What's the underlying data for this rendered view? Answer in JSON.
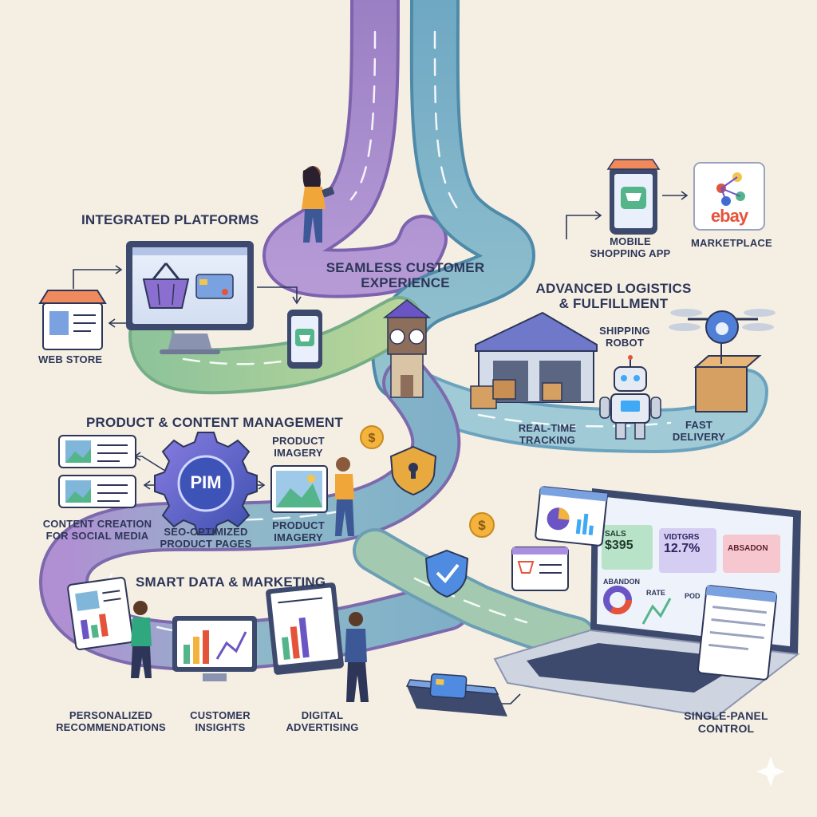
{
  "sections": {
    "integrated_platforms": "INTEGRATED PLATFORMS",
    "seamless": [
      "SEAMLESS CUSTOMER",
      "EXPERIENCE"
    ],
    "logistics": [
      "ADVANCED LOGISTICS",
      "& FULFILLMENT"
    ],
    "product_content": "PRODUCT & CONTENT MANAGEMENT",
    "smart_data": "SMART DATA & MARKETING"
  },
  "nodes": {
    "web_store": "WEB STORE",
    "mobile_app": [
      "MOBILE",
      "SHOPPING APP"
    ],
    "marketplace": "MARKETPLACE",
    "ebay_logo": "ebay",
    "shipping_robot": [
      "SHIPPING",
      "ROBOT"
    ],
    "realtime": [
      "REAL-TIME",
      "TRACKING"
    ],
    "fast_delivery": [
      "FAST",
      "DELIVERY"
    ],
    "pim": "PIM",
    "product_imagery_top": [
      "PRODUCT",
      "IMAGERY"
    ],
    "product_imagery_bottom": [
      "PRODUCT",
      "IMAGERY"
    ],
    "content_creation": [
      "CONTENT CREATION",
      "FOR SOCIAL MEDIA"
    ],
    "seo_pages": [
      "SEO-OPTIMIZED",
      "PRODUCT PAGES"
    ],
    "personalized": [
      "PERSONALIZED",
      "RECOMMENDATIONS"
    ],
    "customer_insights": [
      "CUSTOMER",
      "INSIGHTS"
    ],
    "digital_ads": [
      "DIGITAL",
      "ADVERTISING"
    ],
    "single_panel": [
      "SINGLE-PANEL",
      "CONTROL"
    ]
  },
  "dashboard": {
    "sales_label": "SALS",
    "sales_value": "$395",
    "visitors_label": "VIDTGRS",
    "visitors_value": "12.7%",
    "abandon_label": "ABANDON",
    "rate_label": "RATE",
    "abandon2_label": "ABSADON",
    "pod_label": "POD"
  },
  "colors": {
    "background": "#f5efe3",
    "road_purple": "#a886c9",
    "road_teal": "#7fb1c6",
    "road_green": "#9cc48e",
    "accent_purple": "#6b55c4",
    "text_navy": "#2d3658"
  }
}
